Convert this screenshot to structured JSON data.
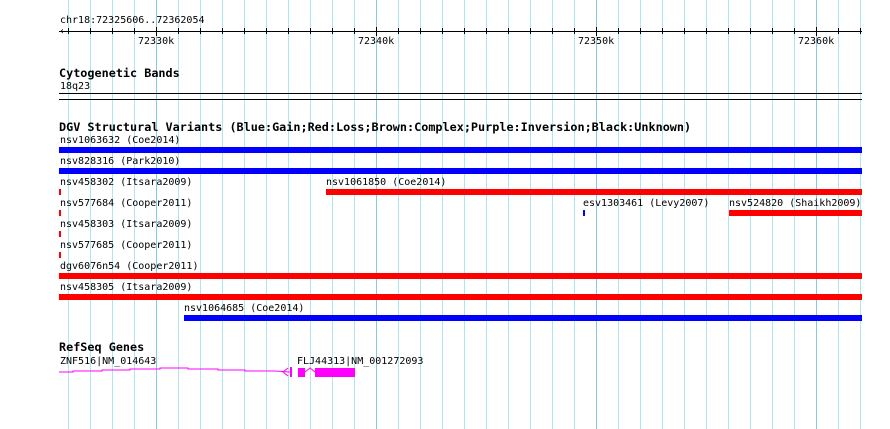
{
  "ruler": {
    "region": "chr18:72325606..72362054",
    "tick_labels": [
      "72330k",
      "72340k",
      "72350k",
      "72360k"
    ]
  },
  "cytoband_track": {
    "title": "Cytogenetic Bands",
    "band": "18q23"
  },
  "dgv_track": {
    "title": "DGV Structural Variants (Blue:Gain;Red:Loss;Brown:Complex;Purple:Inversion;Black:Unknown)",
    "variants": [
      {
        "label": "nsv1063632 (Coe2014)",
        "type": "Gain"
      },
      {
        "label": "nsv828316 (Park2010)",
        "type": "Gain"
      },
      {
        "label": "nsv458302 (Itsara2009)",
        "type": "Loss"
      },
      {
        "label": "nsv1061850 (Coe2014)",
        "type": "Loss"
      },
      {
        "label": "nsv577684 (Cooper2011)",
        "type": "Loss"
      },
      {
        "label": "esv1303461 (Levy2007)",
        "type": "Gain"
      },
      {
        "label": "nsv524820 (Shaikh2009)",
        "type": "Loss"
      },
      {
        "label": "nsv458303 (Itsara2009)",
        "type": "Loss"
      },
      {
        "label": "nsv577685 (Cooper2011)",
        "type": "Loss"
      },
      {
        "label": "dgv6076n54 (Cooper2011)",
        "type": "Loss"
      },
      {
        "label": "nsv458305 (Itsara2009)",
        "type": "Loss"
      },
      {
        "label": "nsv1064685 (Coe2014)",
        "type": "Gain"
      }
    ],
    "colors": {
      "gain": "#0000ff",
      "loss": "#ff0000"
    }
  },
  "refseq_track": {
    "title": "RefSeq Genes",
    "genes": [
      {
        "label": "ZNF516|NM_014643"
      },
      {
        "label": "FLJ44313|NM_001272093"
      }
    ],
    "color": "#ff00ff"
  }
}
